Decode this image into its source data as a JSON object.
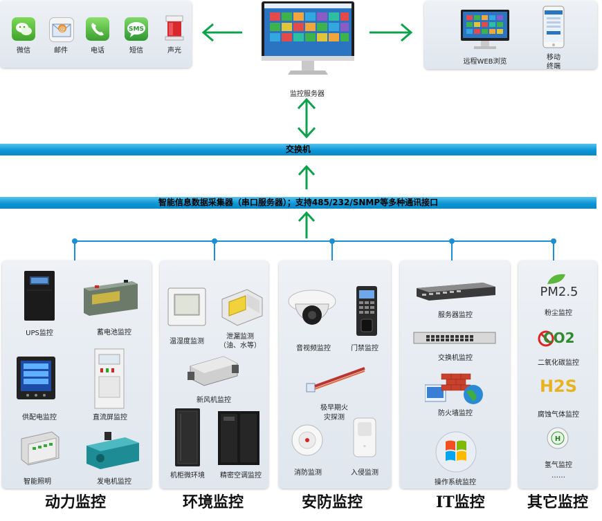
{
  "alerts": {
    "items": [
      {
        "label": "微信",
        "icon": "wechat-icon"
      },
      {
        "label": "邮件",
        "icon": "mail-icon"
      },
      {
        "label": "电话",
        "icon": "phone-icon"
      },
      {
        "label": "短信",
        "icon": "sms-icon"
      },
      {
        "label": "声光",
        "icon": "siren-icon"
      }
    ],
    "sms_text": "SMS"
  },
  "server": {
    "label": "监控服务器"
  },
  "access": {
    "web_label": "远程WEB浏览",
    "mobile_label_line1": "移动",
    "mobile_label_line2": "终端"
  },
  "bars": {
    "switch": "交换机",
    "collector": "智能信息数据采集器（串口服务器）；支持485/232/SNMP等多种通讯接口"
  },
  "power": {
    "title": "动力监控",
    "ups": "UPS监控",
    "battery": "蓄电池监控",
    "meter": "供配电监控",
    "dc_panel": "直流屏监控",
    "lighting": "智能照明",
    "generator": "发电机监控"
  },
  "environment": {
    "title": "环境监控",
    "temp_humidity": "温湿度监测",
    "leak_line1": "泄漏监测",
    "leak_line2": "（油、水等）",
    "fresh_air": "新风机监控",
    "cabinet_env": "机柜微环境",
    "precision_ac": "精密空调监控"
  },
  "security": {
    "title": "安防监控",
    "video": "音视频监控",
    "door": "门禁监控",
    "vesda_line1": "极早期火",
    "vesda_line2": "灾探测",
    "fire": "消防监测",
    "intrusion": "入侵监测"
  },
  "it": {
    "title": "IT监控",
    "server": "服务器监控",
    "switch": "交换机监控",
    "firewall": "防火墙监控",
    "os": "操作系统监控"
  },
  "other": {
    "title": "其它监控",
    "pm_text": "PM2.5",
    "dust": "粉尘监控",
    "co2_text": "CO2",
    "co2": "二氧化碳监控",
    "h2s_text": "H2S",
    "corrosive": "腐蚀气体监控",
    "h_text": "H",
    "hydrogen": "氢气监控",
    "more": "……"
  },
  "colors": {
    "arrow_green": "#0ea14b",
    "bar_blue": "#0d97d6",
    "connector_blue": "#1b8fd6"
  }
}
